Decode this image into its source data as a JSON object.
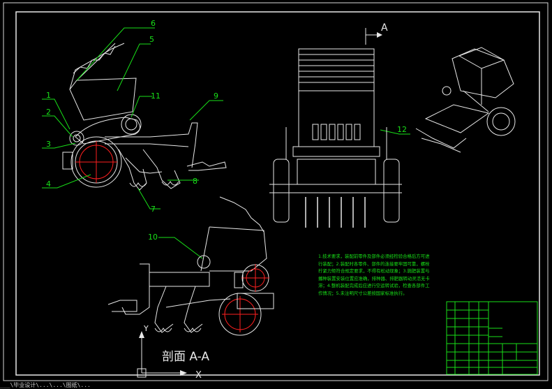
{
  "part_numbers": [
    "1",
    "2",
    "3",
    "4",
    "5",
    "6",
    "7",
    "8",
    "9",
    "10",
    "11",
    "12"
  ],
  "section_arrow_label": "A",
  "section_title": "剖面 A-A",
  "ucs": {
    "x_label": "X",
    "y_label": "Y"
  },
  "technical_notes": "1.技术要求，装配前零件及部件必须经检验合格后方可进行装配；2.装配时各零件、部件的连接要牢固可靠，螺栓拧紧力矩符合规定要求，不得有松动现象；3.施肥装置与播种装置安装位置应准确，排种器、排肥器转动灵活无卡滞；4.整机装配完成后应进行空运转试验，检查各部件工作情况；5.未注明尺寸公差按国家标准执行。",
  "status_line": "___\\毕业设计\\...\\...\\图纸\\..."
}
